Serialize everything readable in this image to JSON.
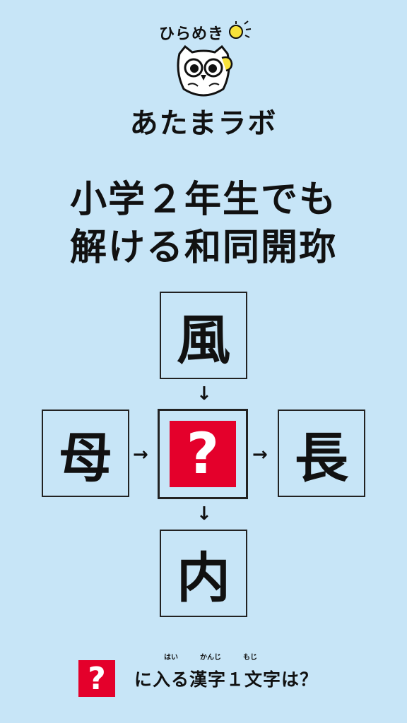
{
  "logo": {
    "tagline": "ひらめき",
    "name": "あたまラボ"
  },
  "title": {
    "line1": "小学２年生でも",
    "line2": "解ける和同開珎"
  },
  "puzzle": {
    "top": "風",
    "left": "母",
    "right": "長",
    "bottom": "内",
    "center": "?",
    "arrow_down": "↓",
    "arrow_right": "→"
  },
  "footer": {
    "question_mark": "?",
    "text": "に入る漢字１文字は？",
    "ruby": [
      "はい",
      "かんじ",
      "もじ"
    ]
  },
  "colors": {
    "background": "#c7e5f7",
    "accent": "#e4002b"
  }
}
